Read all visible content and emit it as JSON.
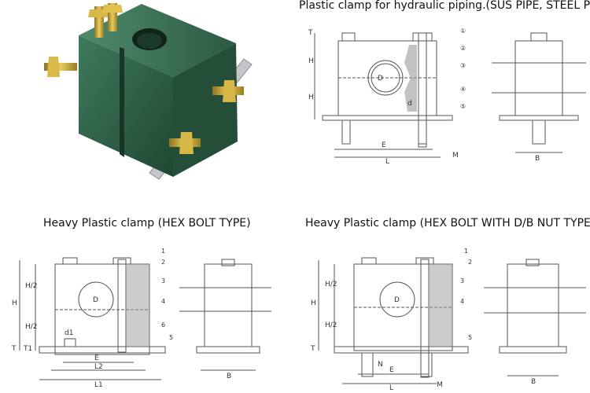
{
  "titles": {
    "top": "Plastic clamp for hydraulic piping.(SUS PIPE, STEEL PIPE)",
    "bottom_left": "Heavy Plastic clamp (HEX BOLT TYPE)",
    "bottom_right": "Heavy Plastic clamp (HEX BOLT WITH D/B NUT TYPE)"
  },
  "top_drawing": {
    "part_numbers": [
      "①",
      "②",
      "③",
      "④",
      "⑤"
    ],
    "dims": {
      "t": "T",
      "h1": "H",
      "h2": "H",
      "d": "D",
      "d_small": "d",
      "e": "E",
      "l": "L",
      "m": "M",
      "b": "B"
    }
  },
  "bl_drawing": {
    "part_numbers": [
      "1",
      "2",
      "3",
      "4",
      "6",
      "5"
    ],
    "dims": {
      "h": "H",
      "h2a": "H/2",
      "h2b": "H/2",
      "t": "T",
      "t1": "T1",
      "d": "D",
      "d1": "d1",
      "e": "E",
      "l2": "L2",
      "l1": "L1",
      "b": "B"
    }
  },
  "br_drawing": {
    "part_numbers": [
      "1",
      "2",
      "3",
      "4",
      "5"
    ],
    "dims": {
      "h": "H",
      "h2a": "H/2",
      "h2b": "H/2",
      "t": "T",
      "d": "D",
      "n": "N",
      "e": "E",
      "l": "L",
      "m": "M",
      "b": "B"
    }
  },
  "colors": {
    "clamp": "#2e5e46",
    "bolt": "#c9a536",
    "plate": "#b8bcc0",
    "line": "#555555"
  }
}
